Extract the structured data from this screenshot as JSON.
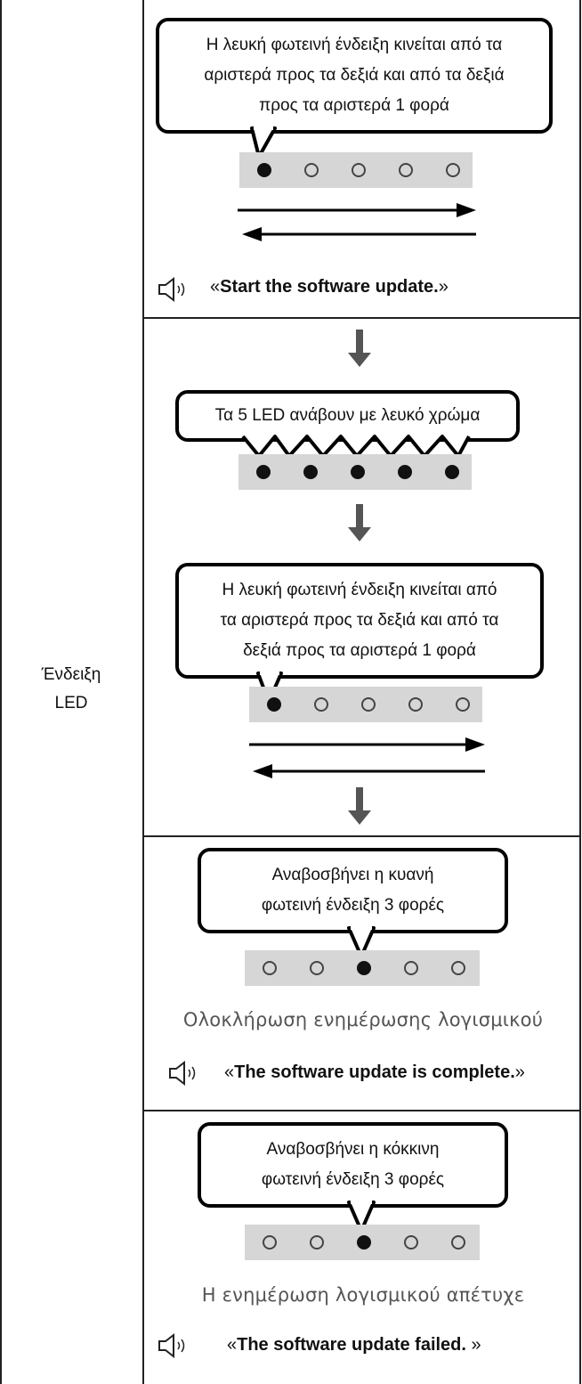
{
  "left_label": {
    "line1": "Ένδειξη",
    "line2": "LED"
  },
  "step1": {
    "bubble_lines": [
      "Η λευκή φωτεινή ένδειξη κινείται από τα",
      "αριστερά προς τα δεξιά και από τα δεξιά",
      "προς τα αριστερά 1 φορά"
    ],
    "leds": [
      true,
      false,
      false,
      false,
      false
    ],
    "voice_prefix": "«",
    "voice_text": "Start the software  update.",
    "voice_suffix": "»",
    "speaker_icon": "speaker-icon"
  },
  "step2": {
    "bubble_text": "Τα 5 LED ανάβουν με λευκό χρώμα",
    "leds": [
      true,
      true,
      true,
      true,
      true
    ]
  },
  "step3": {
    "bubble_lines": [
      "Η λευκή φωτεινή ένδειξη κινείται από",
      "τα αριστερά προς τα δεξιά και από τα",
      "δεξιά προς τα αριστερά 1 φορά"
    ],
    "leds": [
      true,
      false,
      false,
      false,
      false
    ]
  },
  "step4": {
    "bubble_lines": [
      "Αναβοσβήνει η κυανή",
      "φωτεινή ένδειξη 3 φορές"
    ],
    "leds": [
      false,
      false,
      true,
      false,
      false
    ],
    "status": "Ολοκλήρωση ενημέρωσης λογισμικού",
    "voice_prefix": "«",
    "voice_text": "The software update is complete.",
    "voice_suffix": "»"
  },
  "step5": {
    "bubble_lines": [
      "Αναβοσβήνει η κόκκινη",
      "φωτεινή ένδειξη 3 φορές"
    ],
    "leds": [
      false,
      false,
      true,
      false,
      false
    ],
    "status": "Η ενημέρωση λογισμικού απέτυχε",
    "voice_prefix": "«",
    "voice_text": "The software update failed. ",
    "voice_suffix": "»"
  }
}
